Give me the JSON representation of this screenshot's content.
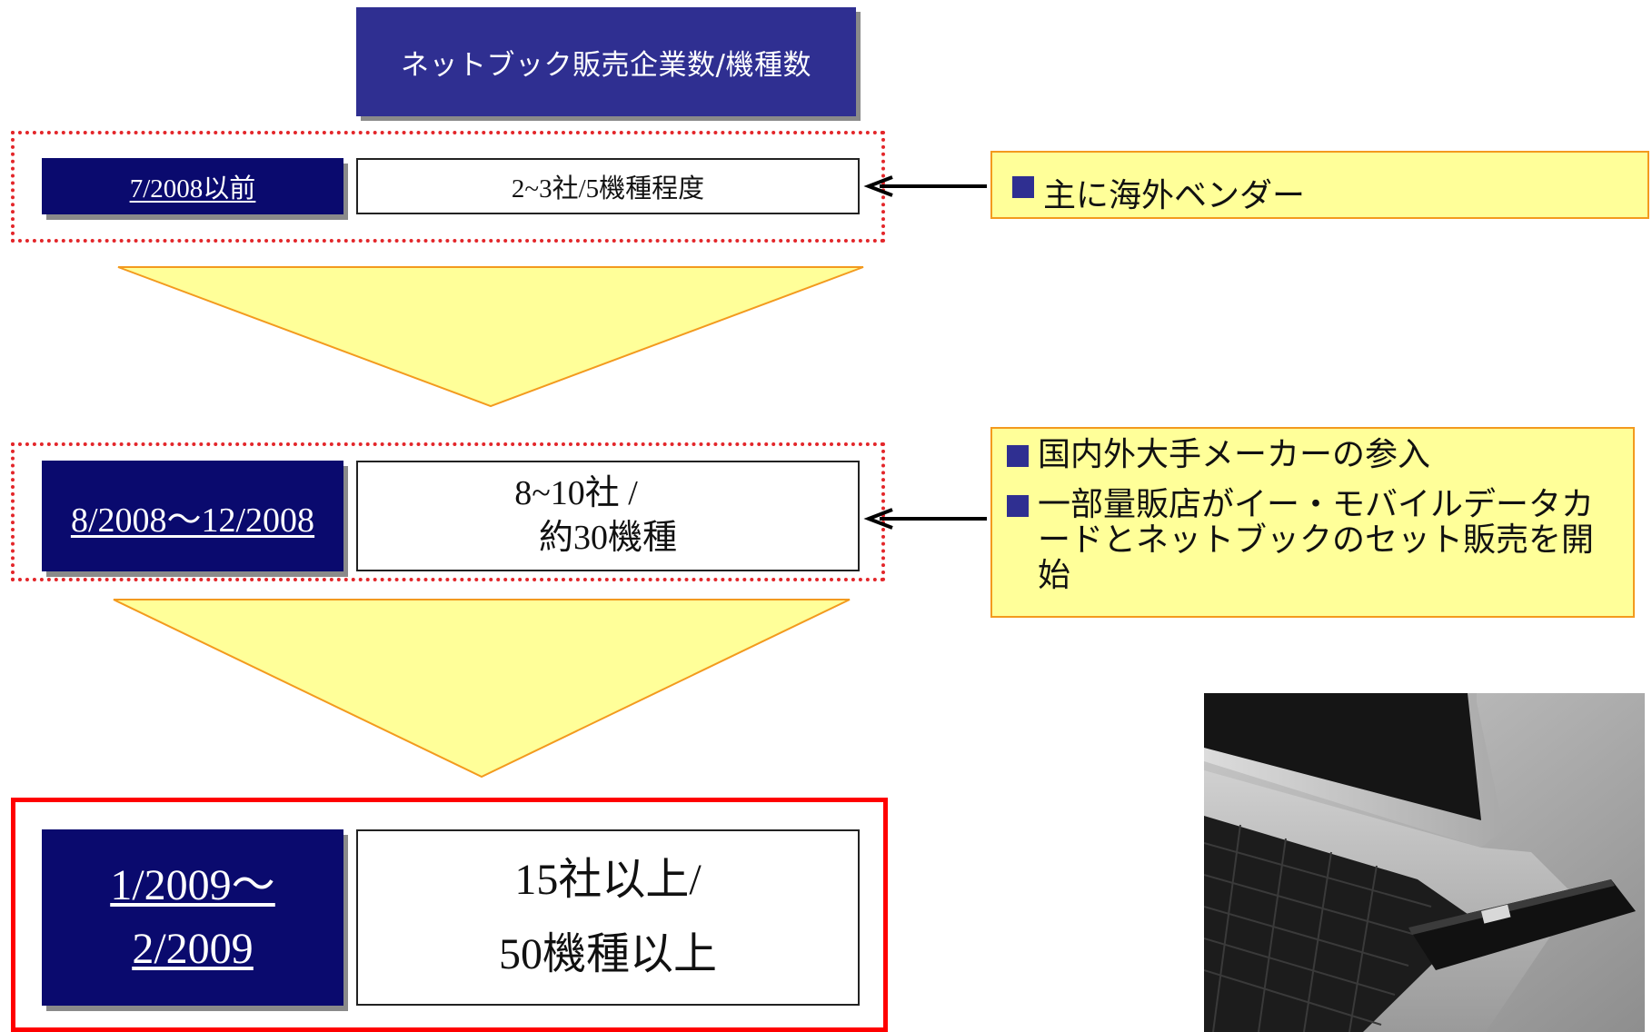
{
  "title": "ネットブック販売企業数/機種数",
  "stages": [
    {
      "period": "7/2008以前",
      "count_lines": [
        "2~3社/5機種程度"
      ]
    },
    {
      "period": "8/2008～12/2008",
      "count_lines": [
        "8~10社 /",
        "約30機種"
      ]
    },
    {
      "period_lines": [
        "1/2009～",
        "2/2009"
      ],
      "count_lines": [
        "15社以上/",
        "50機種以上"
      ]
    }
  ],
  "notes": {
    "first": [
      "主に海外ベンダー"
    ],
    "second": [
      "国内外大手メーカーの参入",
      "一部量販店がイー・モバイルデータカードとネットブックのセット販売を開始"
    ]
  },
  "colors": {
    "navy": "#0a0a6e",
    "title_bg": "#2f2f91",
    "arrow_fill": "#ffff99",
    "arrow_stroke": "#f39a1e",
    "frame_red": "#ff0000"
  },
  "photo": {
    "subject": "laptop with EM USB data card",
    "icon": "laptop-datacard-photo"
  }
}
